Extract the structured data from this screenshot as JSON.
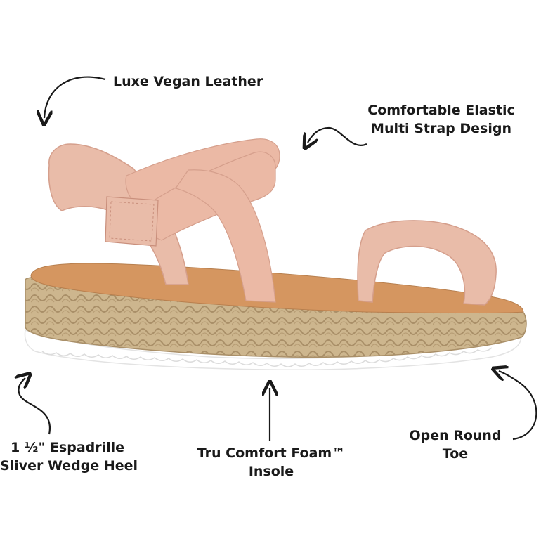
{
  "labels": {
    "leather": "Luxe Vegan Leather",
    "strap_line1": "Comfortable Elastic",
    "strap_line2": "Multi Strap Design",
    "heel_line1": "1 ½\" Espadrille",
    "heel_line2": "Sliver Wedge Heel",
    "insole_line1": "Tru Comfort Foam™",
    "insole_line2": "Insole",
    "toe_line1": "Open Round",
    "toe_line2": "Toe"
  },
  "colors": {
    "strap": "#e8b8a6",
    "strap_shadow": "#d59f8c",
    "elastic": "#eab7a3",
    "footbed": "#d89a64",
    "jute": "#c9b28a",
    "jute_dark": "#a8906a",
    "outsole": "#ffffff",
    "ink": "#1a1a1a"
  }
}
